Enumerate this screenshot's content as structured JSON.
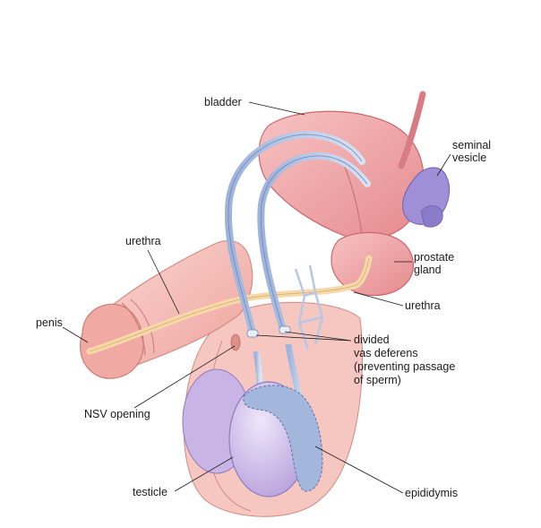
{
  "diagram": {
    "labels": {
      "bladder": "bladder",
      "seminal_vesicle_1": "seminal",
      "seminal_vesicle_2": "vesicle",
      "urethra_top": "urethra",
      "prostate_1": "prostate",
      "prostate_2": "gland",
      "urethra_right": "urethra",
      "penis": "penis",
      "vas_1": "divided",
      "vas_2": "vas deferens",
      "vas_3": "(preventing passage",
      "vas_4": "of sperm)",
      "nsv": "NSV opening",
      "testicle": "testicle",
      "epididymis": "epididymis"
    },
    "colors": {
      "skin": "#f3b4ad",
      "skin_dark": "#e38c86",
      "organ_pink": "#ee9ea0",
      "vessel_blue": "#b8c8e6",
      "testicle_purple": "#c9b7e6",
      "urethra_tube": "#f7d7a5"
    }
  }
}
